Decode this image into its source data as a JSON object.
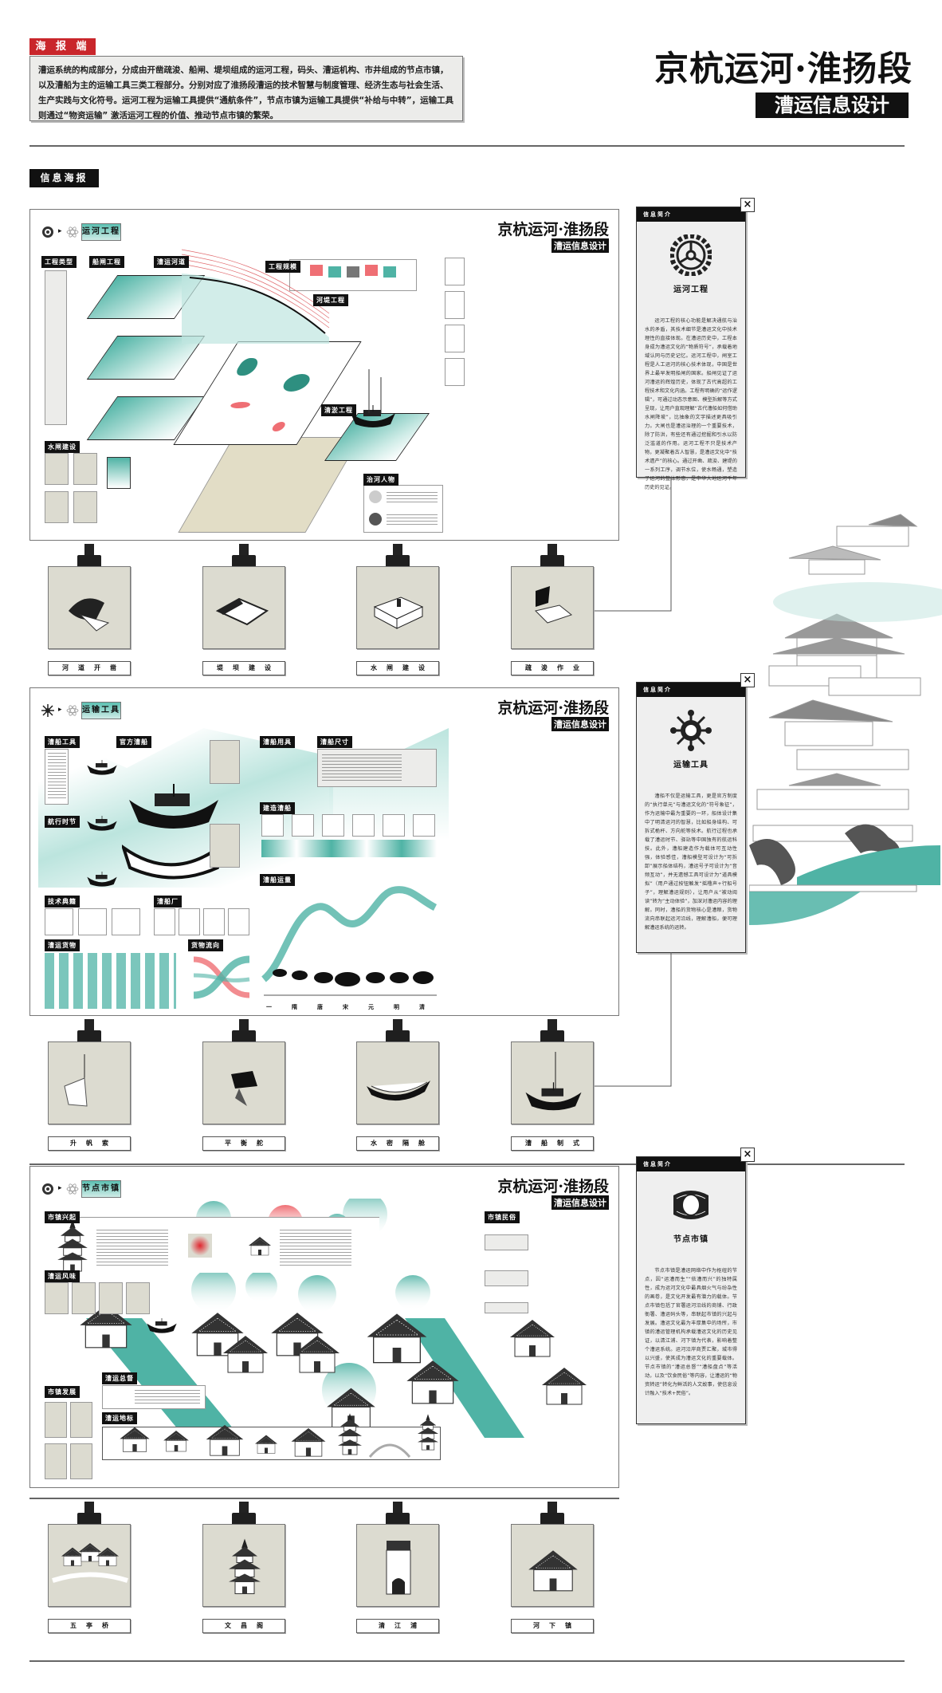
{
  "header": {
    "tag": "海 报 端",
    "intro": "漕运系统的构成部分，分成由开凿疏浚、船闸、堤坝组成的运河工程，码头、漕运机构、市井组成的节点市镇，以及漕船为主的运输工具三类工程部分。分别对应了淮扬段漕运的技术智慧与制度管理、经济生态与社会生活、生产实践与文化符号。运河工程为运输工具提供“通航条件”，节点市镇为运输工具提供“补给与中转”，运输工具则通过“物资运输” 激活运河工程的价值、推动节点市镇的繁荣。",
    "title": "京杭运河·淮扬段",
    "subtitle": "漕运信息设计"
  },
  "section_tag": "信息海报",
  "panels": [
    {
      "label": "运河工程",
      "mini_title": "京杭运河·淮扬段",
      "mini_subtitle": "漕运信息设计",
      "tags": [
        "工程类型",
        "船闸工程",
        "漕运河道",
        "工程规模",
        "河堤工程",
        "清淤工程",
        "水闸建设",
        "治河人物"
      ]
    },
    {
      "label": "运输工具",
      "mini_title": "京杭运河·淮扬段",
      "mini_subtitle": "漕运信息设计",
      "tags": [
        "漕船工具",
        "官方漕船",
        "漕船用具",
        "漕船尺寸",
        "航行时节",
        "建造漕船",
        "漕船运量",
        "技术典籍",
        "漕船厂",
        "漕运货物",
        "货物流向"
      ],
      "timeline": [
        "一",
        "隋",
        "唐",
        "宋",
        "元",
        "明",
        "清"
      ]
    },
    {
      "label": "节点市镇",
      "mini_title": "京杭运河·淮扬段",
      "mini_subtitle": "漕运信息设计",
      "tags": [
        "市镇兴起",
        "漕运风味",
        "市镇发展",
        "漕运总督",
        "漕运地标",
        "市镇民俗"
      ]
    }
  ],
  "info_cards": [
    {
      "header": "信息简介",
      "close": "×",
      "icon": "gear-wheel-icon",
      "title": "运河工程",
      "body": "运河工程的核心功能是解决通航与治水的矛盾，其技术细节是漕运文化中技术理性的直接体现。在漕运历史中，工程本身成为漕运文化的“物质符号”，承载着地域认同与历史记忆。运河工程中，闸室工程是人工运河的核心技术体现，中国是世界上最早发明船闸的国家。船闸见证了运河漕运的辉煌历史，体现了古代高超的工程技术和文化内涵。工程有明确的“运作逻辑”，可通过动态示意图、模型拆解等方式呈现，让用户直观理解“古代漕船如何借助水闸降坡”，比抽象的文字描述更具吸引力。大闸也是漕运治理的一个重要技术，除了防洪，有些还有通过挖掘和引水以防泛滥道的作用。运河工程不只是技术产物，更凝聚着古人智慧，是漕运文化中“技术遗产”的核心。通过开凿、疏浚、建堤的一系列工序，调节水位，使水畅通，塑造了运河的整体形态，是中华大地运河千年历史的见证。"
    },
    {
      "header": "信息简介",
      "close": "×",
      "icon": "ship-wheel-icon",
      "title": "运输工具",
      "body": "漕船不仅是运输工具，更是官方制度的“执行单元”与漕运文化的“符号象征”，作为运输中最为重要的一环，船体设计集中了明清运河的智慧，比如船身结构、可拆式桅杆、方向舵等技术。航行过程也承载了漕运时节、驿站等中国独有的航运科技。此外，漕船建造作为载体可互动性强，体验感佳，漕船模型可设计为“可拆卸”展示船体结构，漕运号子可设计为“音频互动”，并无遗憾工具可设计为“道具模拟”（用户通过按钮触发“摇橹声+行船号子”，理解漕运规则），让用户从“被动阅读”转为“主动体验”，加深对漕运内容的理解。同时，漕船的货物核心是漕粮，货物流向串联起运河沿线，理解漕船，便可理解漕运系统的运转。"
    },
    {
      "header": "信息简介",
      "close": "×",
      "icon": "node-town-icon",
      "title": "节点市镇",
      "body": "节点市镇是漕运网络中作为枢纽的节点，因“运漕而生”“依漕而兴”的独特属性，成为运河文化中最具烟火气与纷杂性的画卷，是文化开发最有潜力的载体。节点市镇包括了官署运河沿线的商铺、行政衙署、漕运码头等，串联起市镇的兴起与发展。漕运文化最为丰厚集中的场所，市镇的漕运管理机构承载漕运文化的历史见证，以清江浦、河下镇为代表，影响着整个漕运系统。运河沿岸商贾汇聚，城市得以兴盛，使其成为漕运文化的重要载体。节点市镇的“漕运总督”“漕船盘点”等活动，以及“饮食民俗”等内容，让漕运的“物资转运”转化为鲜活的人文故事，使信息设计融入“技术+民俗”。"
    }
  ],
  "thumbnails": [
    [
      "河道开凿",
      "堤坝建设",
      "水闸建设",
      "疏浚作业"
    ],
    [
      "升帆索",
      "平衡舵",
      "水密隔舱",
      "漕船制式"
    ],
    [
      "五亭桥",
      "文昌阁",
      "清江浦",
      "河下镇"
    ]
  ],
  "colors": {
    "accent_teal": "#4fb3a5",
    "tag_red": "#c9262b",
    "photo_beige": "#dcdbd0",
    "highlight_pink": "#ef6f74"
  }
}
